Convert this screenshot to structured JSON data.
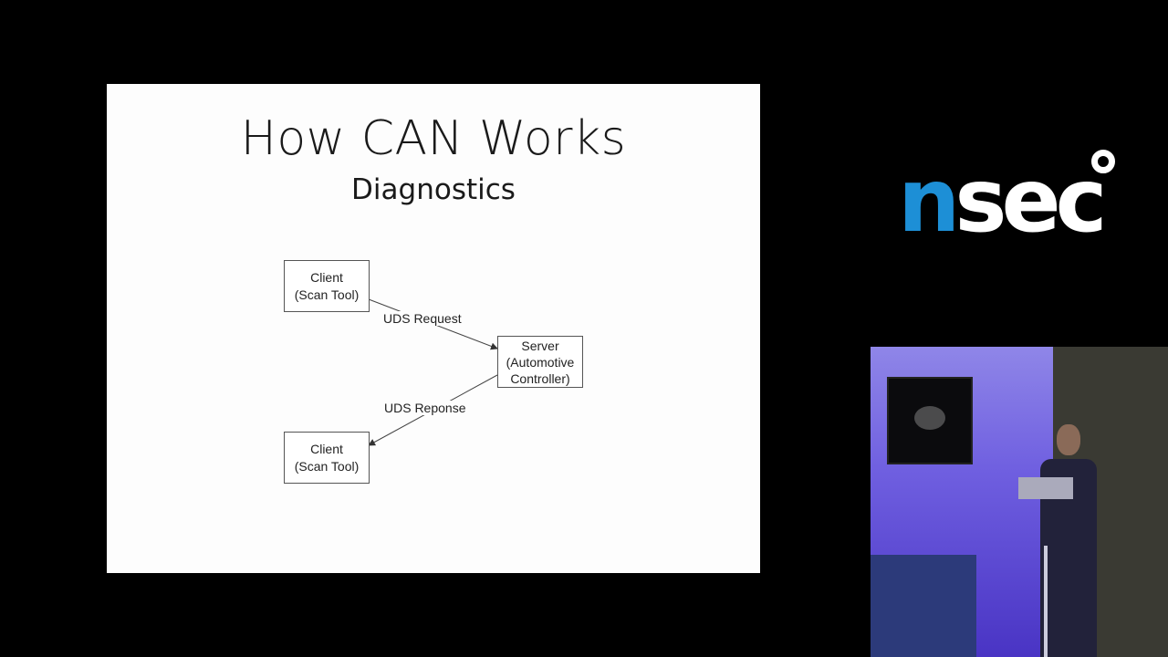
{
  "slide": {
    "title": "How CAN Works",
    "subtitle": "Diagnostics",
    "diagram": {
      "nodes": {
        "client_top": [
          "Client",
          "(Scan Tool)"
        ],
        "server": [
          "Server",
          "(Automotive",
          "Controller)"
        ],
        "client_bottom": [
          "Client",
          "(Scan Tool)"
        ]
      },
      "edges": {
        "request_label": "UDS Request",
        "response_label": "UDS Reponse"
      }
    }
  },
  "logo": {
    "text_n": "n",
    "text_rest": "sec",
    "brand_blue": "#1d8fd6"
  },
  "camera": {
    "description_icon": "speaker-camera-feed"
  }
}
